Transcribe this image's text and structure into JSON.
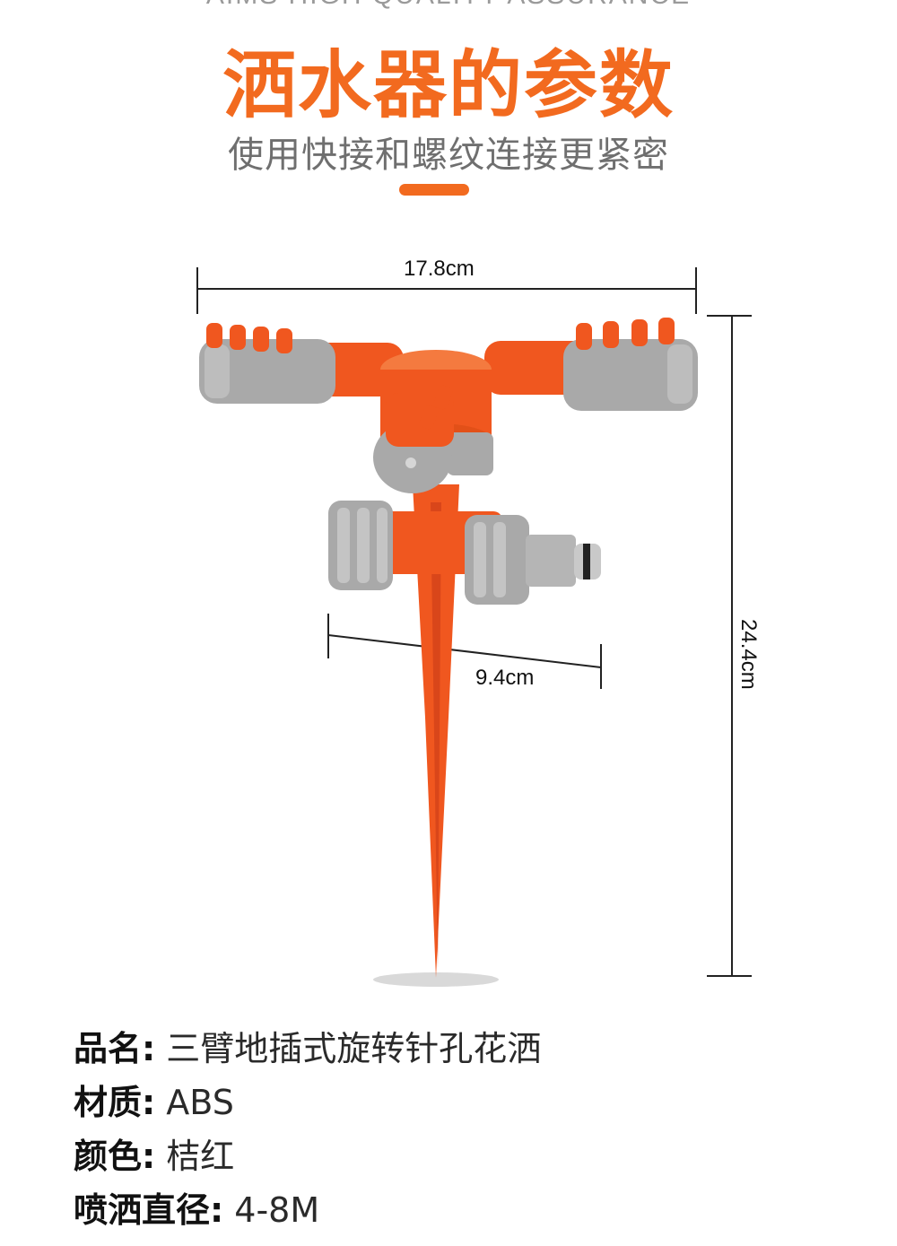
{
  "header": {
    "tagline": "AIMS HIGH QUALITY ASSURANCE",
    "title": "洒水器的参数",
    "subtitle": "使用快接和螺纹连接更紧密"
  },
  "dimensions": {
    "width": "17.8cm",
    "depth": "9.4cm",
    "height": "24.4cm"
  },
  "colors": {
    "accent": "#f26a1f",
    "product_body": "#f0571f",
    "product_gray": "#a9a9a9"
  },
  "specs": [
    {
      "label": "品名:",
      "value": "三臂地插式旋转针孔花洒"
    },
    {
      "label": "材质:",
      "value": "ABS"
    },
    {
      "label": "颜色:",
      "value": "桔红"
    },
    {
      "label": "喷洒直径:",
      "value": "4-8M"
    }
  ]
}
